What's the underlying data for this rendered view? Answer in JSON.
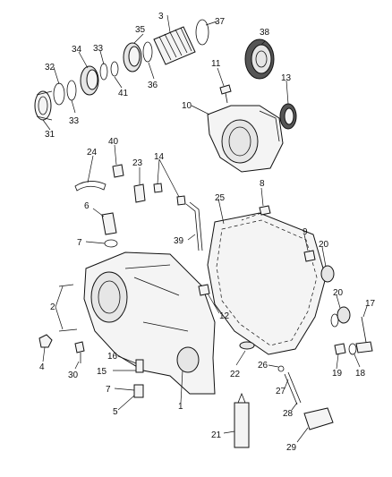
{
  "callouts": [
    {
      "id": "c1",
      "text": "1"
    },
    {
      "id": "c2",
      "text": "2"
    },
    {
      "id": "c3",
      "text": "3"
    },
    {
      "id": "c4",
      "text": "4"
    },
    {
      "id": "c5",
      "text": "5"
    },
    {
      "id": "c6",
      "text": "6"
    },
    {
      "id": "c7a",
      "text": "7"
    },
    {
      "id": "c7b",
      "text": "7"
    },
    {
      "id": "c8",
      "text": "8"
    },
    {
      "id": "c9",
      "text": "9"
    },
    {
      "id": "c10",
      "text": "10"
    },
    {
      "id": "c11",
      "text": "11"
    },
    {
      "id": "c12",
      "text": "12"
    },
    {
      "id": "c13",
      "text": "13"
    },
    {
      "id": "c14",
      "text": "14"
    },
    {
      "id": "c15",
      "text": "15"
    },
    {
      "id": "c16",
      "text": "16"
    },
    {
      "id": "c17",
      "text": "17"
    },
    {
      "id": "c18",
      "text": "18"
    },
    {
      "id": "c19",
      "text": "19"
    },
    {
      "id": "c20a",
      "text": "20"
    },
    {
      "id": "c20b",
      "text": "20"
    },
    {
      "id": "c21",
      "text": "21"
    },
    {
      "id": "c22",
      "text": "22"
    },
    {
      "id": "c23",
      "text": "23"
    },
    {
      "id": "c24",
      "text": "24"
    },
    {
      "id": "c25",
      "text": "25"
    },
    {
      "id": "c26",
      "text": "26"
    },
    {
      "id": "c27",
      "text": "27"
    },
    {
      "id": "c28",
      "text": "28"
    },
    {
      "id": "c29",
      "text": "29"
    },
    {
      "id": "c30",
      "text": "30"
    },
    {
      "id": "c31",
      "text": "31"
    },
    {
      "id": "c32",
      "text": "32"
    },
    {
      "id": "c33a",
      "text": "33"
    },
    {
      "id": "c33b",
      "text": "33"
    },
    {
      "id": "c34",
      "text": "34"
    },
    {
      "id": "c35",
      "text": "35"
    },
    {
      "id": "c36",
      "text": "36"
    },
    {
      "id": "c37",
      "text": "37"
    },
    {
      "id": "c38",
      "text": "38"
    },
    {
      "id": "c39",
      "text": "39"
    },
    {
      "id": "c40",
      "text": "40"
    },
    {
      "id": "c41",
      "text": "41"
    }
  ]
}
